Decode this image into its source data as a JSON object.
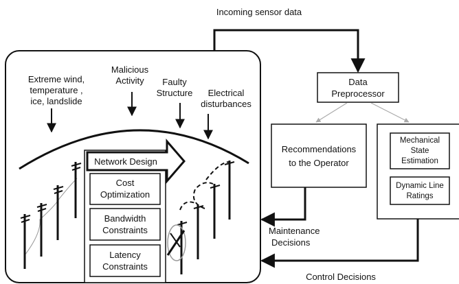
{
  "flow_labels": {
    "incoming": "Incoming sensor data",
    "maintenance_line1": "Maintenance",
    "maintenance_line2": "Decisions",
    "control": "Control Decisions"
  },
  "hazards": {
    "extreme_line1": "Extreme wind,",
    "extreme_line2": "temperature ,",
    "extreme_line3": "ice, landslide",
    "malicious_line1": "Malicious",
    "malicious_line2": "Activity",
    "faulty_line1": "Faulty",
    "faulty_line2": "Structure",
    "electrical_line1": "Electrical",
    "electrical_line2": "disturbances"
  },
  "network": {
    "title": "Network Design",
    "cost_line1": "Cost",
    "cost_line2": "Optimization",
    "bandwidth_line1": "Bandwidth",
    "bandwidth_line2": "Constraints",
    "latency_line1": "Latency",
    "latency_line2": "Constraints"
  },
  "preprocessor": {
    "line1": "Data",
    "line2": "Preprocessor"
  },
  "recommendations": {
    "line1": "Recommendations",
    "line2": "to the Operator"
  },
  "estimation": {
    "mech_line1": "Mechanical",
    "mech_line2": "State",
    "mech_line3": "Estimation",
    "dlr_line1": "Dynamic Line",
    "dlr_line2": "Ratings"
  }
}
